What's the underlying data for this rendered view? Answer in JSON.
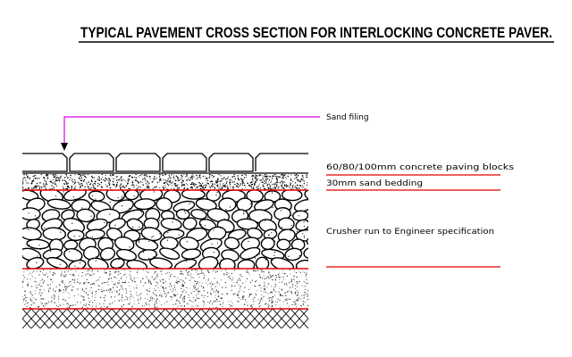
{
  "title": "TYPICAL PAVEMENT CROSS SECTION FOR INTERLOCKING CONCRETE PAVER.",
  "labels": {
    "sand_filling": "Sand filing",
    "paving_blocks": "60/80/100mm concrete paving blocks",
    "sand_bedding": "30mm sand bedding",
    "crusher_run": "Crusher run to Engineer specification"
  },
  "colors": {
    "line": "#000000",
    "leader": "#e000e0",
    "divider": "#e00000",
    "background": "#ffffff"
  }
}
